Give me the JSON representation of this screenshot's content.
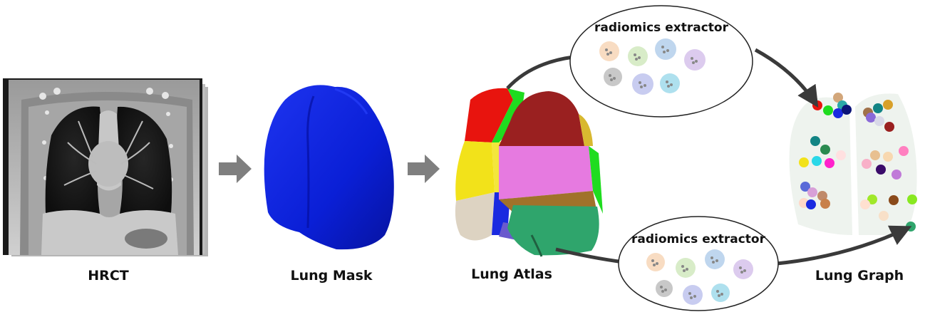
{
  "stages": [
    {
      "id": "hrct",
      "label": "HRCT"
    },
    {
      "id": "lung-mask",
      "label": "Lung Mask"
    },
    {
      "id": "lung-atlas",
      "label": "Lung Atlas"
    },
    {
      "id": "lung-graph",
      "label": "Lung Graph"
    }
  ],
  "extractors": {
    "top_label": "radiomics extractor",
    "bottom_label": "radiomics extractor"
  },
  "colors": {
    "mask_blue": "#0a1fd6",
    "arrow_gray": "#7f7f7f",
    "flow_arrow": "#3a3a3a",
    "atlas_red": "#e8140e",
    "atlas_green": "#27b34a",
    "atlas_yellow": "#f2e21a",
    "atlas_magenta": "#e67ae0",
    "atlas_maroon": "#9a2020",
    "atlas_beige": "#ddd3c2",
    "atlas_sea_green": "#2fa56c"
  }
}
